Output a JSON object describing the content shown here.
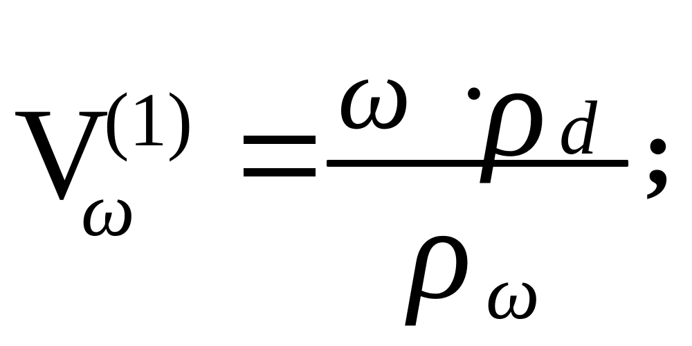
{
  "formula": {
    "lhs": {
      "base": "V",
      "subscript": "ω",
      "superscript": "(1)"
    },
    "equals": "=",
    "fraction": {
      "numerator": {
        "omega": "ω",
        "dot": "·",
        "rho": "ρ",
        "subscript": "d"
      },
      "denominator": {
        "rho": "ρ",
        "subscript": "ω"
      }
    },
    "terminator": ";"
  }
}
